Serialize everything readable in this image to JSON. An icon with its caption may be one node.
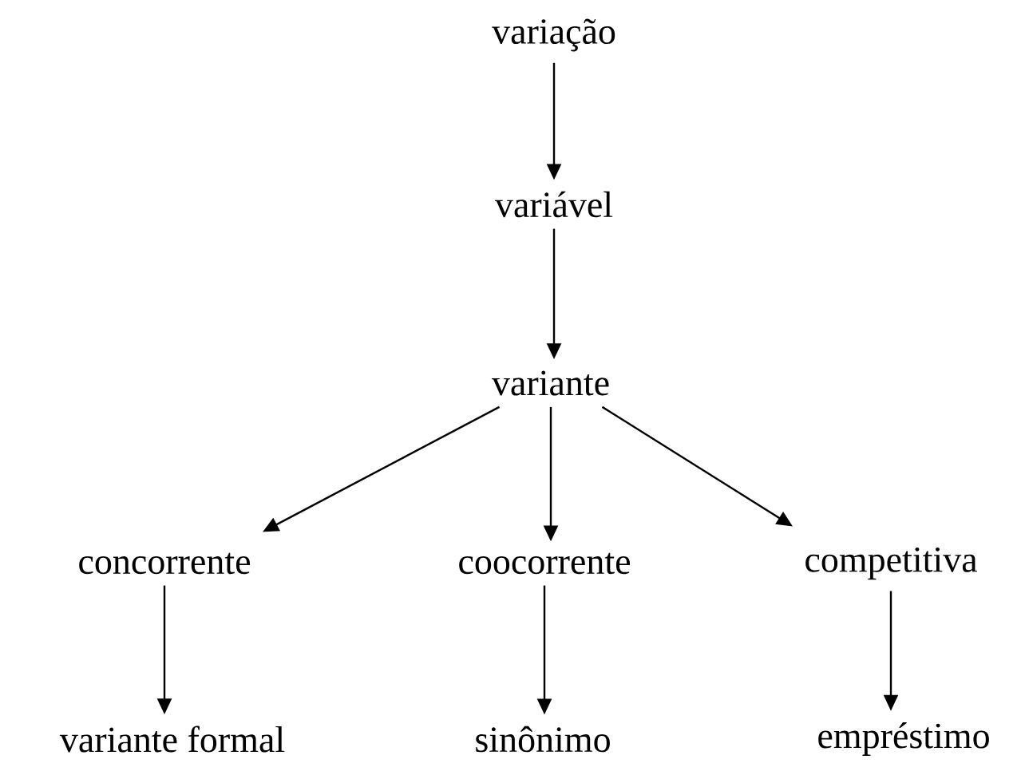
{
  "diagram": {
    "nodes": [
      {
        "text": [
          "variação"
        ]
      },
      {
        "text": [
          "variável"
        ]
      },
      {
        "text": [
          "variante"
        ]
      },
      {
        "text": [
          "concorrente"
        ]
      },
      {
        "text": [
          "coocorrente"
        ]
      },
      {
        "text": [
          "competitiva"
        ]
      },
      {
        "text": [
          "variante formal"
        ]
      },
      {
        "text": [
          "sinônimo"
        ]
      },
      {
        "text": [
          "empréstimo"
        ]
      }
    ],
    "edges": [
      {
        "from": 0,
        "to": 1,
        "arrow": "to"
      },
      {
        "from": 1,
        "to": 2,
        "arrow": "to"
      },
      {
        "from": 2,
        "to": 3,
        "arrow": "to"
      },
      {
        "from": 2,
        "to": 4,
        "arrow": "to"
      },
      {
        "from": 2,
        "to": 5,
        "arrow": "to"
      },
      {
        "from": 3,
        "to": 6,
        "arrow": "to"
      },
      {
        "from": 4,
        "to": 7,
        "arrow": "to"
      },
      {
        "from": 5,
        "to": 8,
        "arrow": "to"
      }
    ]
  }
}
